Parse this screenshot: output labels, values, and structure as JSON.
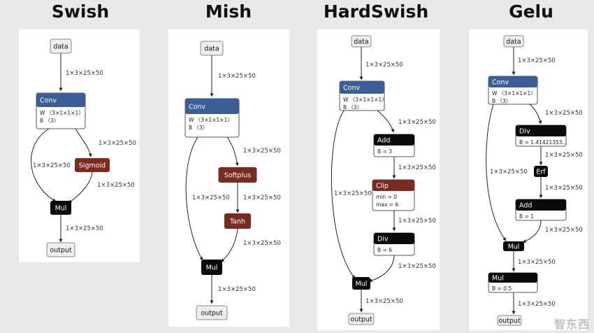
{
  "titles": [
    "Swish",
    "Mish",
    "HardSwish",
    "Gelu"
  ],
  "shape_label": "1×3×25×50",
  "data_label": "data",
  "output_label": "output",
  "conv": {
    "label": "Conv",
    "w_text": "W 〈3×1×1×1〉",
    "b_text": "B 〈3〉"
  },
  "swish": {
    "sigmoid": "Sigmoid",
    "mul": "Mul"
  },
  "mish": {
    "softplus": "Softplus",
    "tanh": "Tanh",
    "mul": "Mul"
  },
  "hardswish": {
    "add": "Add",
    "add_attr": "B = 3",
    "clip": "Clip",
    "clip_min": "min = 0",
    "clip_max": "max = 6",
    "div": "Div",
    "div_attr": "B = 6",
    "mul": "Mul"
  },
  "gelu": {
    "div": "Div",
    "div_attr": "B = 1.41421353...",
    "erf": "Erf",
    "add": "Add",
    "add_attr": "B = 1",
    "mul1": "Mul",
    "mul2": "Mul",
    "mul2_attr": "B = 0.5"
  },
  "watermark": "智东西",
  "colors": {
    "conv_header": "#3b5e96",
    "op_red": "#7b2a22",
    "op_black": "#0a0a0a",
    "io_fill": "#eeeeee",
    "shape_text": "#333333"
  }
}
